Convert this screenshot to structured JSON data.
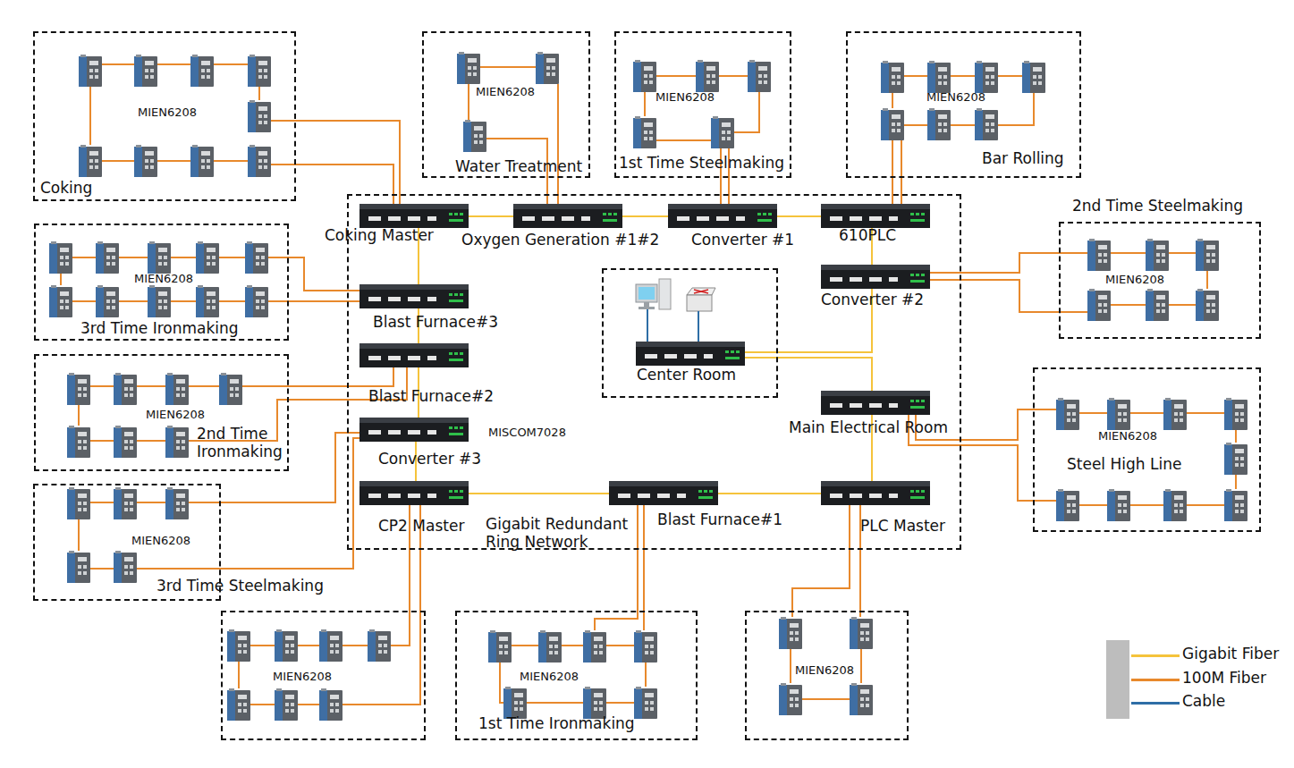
{
  "diagram": {
    "nodes": [
      {
        "text": [
          "Coking",
          "MIEN6208"
        ]
      },
      {
        "text": [
          "Water Treatment",
          "MIEN6208"
        ]
      },
      {
        "text": [
          "1st Time Steelmaking",
          "MIEN6208"
        ]
      },
      {
        "text": [
          "Bar Rolling",
          "MIEN6208"
        ]
      },
      {
        "text": [
          "Gigabit Redundant Ring Network"
        ]
      },
      {
        "text": [
          "Coking Master"
        ],
        "in": 4
      },
      {
        "text": [
          "Oxygen Generation #1#2"
        ],
        "in": 4
      },
      {
        "text": [
          "Converter #1"
        ],
        "in": 4
      },
      {
        "text": [
          "610PLC"
        ],
        "in": 4
      },
      {
        "text": [
          "2nd Time Steelmaking",
          "MIEN6208"
        ]
      },
      {
        "text": [
          "3rd Time Ironmaking",
          "MIEN6208"
        ]
      },
      {
        "text": [
          "Blast Furnace#3"
        ],
        "in": 4
      },
      {
        "text": [
          "Converter #2"
        ],
        "in": 4
      },
      {
        "text": [
          "Center Room"
        ],
        "in": 4
      },
      {
        "text": [
          "2nd Time Ironmaking",
          "MIEN6208"
        ]
      },
      {
        "text": [
          "Blast Furnace#2"
        ],
        "in": 4
      },
      {
        "text": [
          "Main Electrical Room"
        ],
        "in": 4
      },
      {
        "text": [
          "Steel High Line",
          "MIEN6208"
        ]
      },
      {
        "text": [
          "Converter #3"
        ],
        "in": 4
      },
      {
        "text": [
          "3rd Time Steelmaking",
          "MIEN6208"
        ]
      },
      {
        "text": [
          "CP2 Master"
        ],
        "in": 4
      },
      {
        "text": [
          "Blast Furnace#1"
        ],
        "in": 4
      },
      {
        "text": [
          "PLC Master"
        ],
        "in": 4
      },
      {
        "text": [
          "MIEN6208"
        ]
      },
      {
        "text": [
          "1st Time Ironmaking",
          "MIEN6208"
        ]
      },
      {
        "text": [
          "MIEN6208"
        ]
      }
    ],
    "edges": [
      {
        "from": 5,
        "to": 6,
        "arrow": "none"
      },
      {
        "from": 6,
        "to": 7,
        "arrow": "none"
      },
      {
        "from": 7,
        "to": 8,
        "arrow": "none"
      },
      {
        "from": 8,
        "to": 12,
        "arrow": "none"
      },
      {
        "from": 12,
        "to": 13,
        "arrow": "none"
      },
      {
        "from": 13,
        "to": 16,
        "arrow": "none"
      },
      {
        "from": 16,
        "to": 22,
        "arrow": "none"
      },
      {
        "from": 22,
        "to": 21,
        "arrow": "none"
      },
      {
        "from": 21,
        "to": 20,
        "arrow": "none"
      },
      {
        "from": 20,
        "to": 18,
        "arrow": "none"
      },
      {
        "from": 18,
        "to": 15,
        "arrow": "none"
      },
      {
        "from": 15,
        "to": 11,
        "arrow": "none"
      },
      {
        "from": 11,
        "to": 5,
        "arrow": "none"
      },
      {
        "from": 0,
        "to": 5,
        "arrow": "none"
      },
      {
        "from": 0,
        "to": 5,
        "arrow": "none"
      },
      {
        "from": 1,
        "to": 6,
        "arrow": "none"
      },
      {
        "from": 1,
        "to": 6,
        "arrow": "none"
      },
      {
        "from": 2,
        "to": 7,
        "arrow": "none"
      },
      {
        "from": 2,
        "to": 7,
        "arrow": "none"
      },
      {
        "from": 3,
        "to": 8,
        "arrow": "none"
      },
      {
        "from": 3,
        "to": 8,
        "arrow": "none"
      },
      {
        "from": 9,
        "to": 12,
        "arrow": "none"
      },
      {
        "from": 9,
        "to": 12,
        "arrow": "none"
      },
      {
        "from": 10,
        "to": 11,
        "arrow": "none"
      },
      {
        "from": 10,
        "to": 11,
        "arrow": "none"
      },
      {
        "from": 14,
        "to": 15,
        "arrow": "none"
      },
      {
        "from": 14,
        "to": 15,
        "arrow": "none"
      },
      {
        "from": 17,
        "to": 16,
        "arrow": "none"
      },
      {
        "from": 17,
        "to": 16,
        "arrow": "none"
      },
      {
        "from": 19,
        "to": 18,
        "arrow": "none"
      },
      {
        "from": 19,
        "to": 18,
        "arrow": "none"
      },
      {
        "from": 23,
        "to": 20,
        "arrow": "none"
      },
      {
        "from": 23,
        "to": 20,
        "arrow": "none"
      },
      {
        "from": 24,
        "to": 21,
        "arrow": "none"
      },
      {
        "from": 24,
        "to": 21,
        "arrow": "none"
      },
      {
        "from": 25,
        "to": 22,
        "arrow": "none"
      },
      {
        "from": 25,
        "to": 22,
        "arrow": "none"
      }
    ],
    "labels": [
      "MISCOM7028"
    ],
    "legend": [
      {
        "text": "Gigabit Fiber",
        "color": "#f5c33b"
      },
      {
        "text": "100M Fiber",
        "color": "#e8892c"
      },
      {
        "text": "Cable",
        "color": "#2e6ea6"
      }
    ]
  }
}
